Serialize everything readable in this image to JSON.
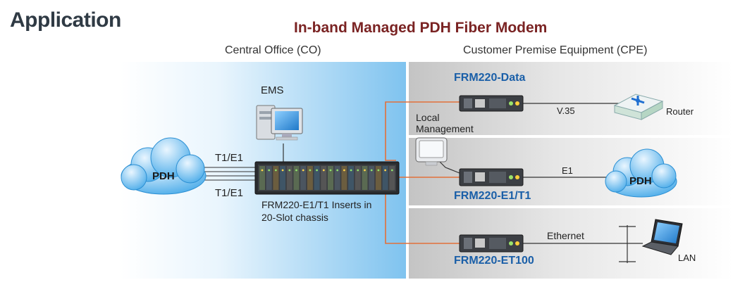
{
  "header": {
    "section_title": "Application"
  },
  "diagram": {
    "title": "In-band Managed PDH Fiber Modem",
    "zones": {
      "central_office": "Central Office (CO)",
      "customer_premise": "Customer Premise Equipment (CPE)"
    },
    "central_office": {
      "cloud_label": "PDH",
      "ems_label": "EMS",
      "link_labels": [
        "T1/E1",
        "T1/E1"
      ],
      "chassis_caption": [
        "FRM220-E1/T1 Inserts in",
        "20-Slot chassis"
      ]
    },
    "cpe": {
      "rows": [
        {
          "product": "FRM220-Data",
          "link": "V.35",
          "endpoint": "Router"
        },
        {
          "product": "FRM220-E1/T1",
          "link": "E1",
          "endpoint": "PDH"
        },
        {
          "product": "FRM220-ET100",
          "link": "Ethernet",
          "endpoint": "LAN"
        }
      ],
      "local_management": [
        "Local",
        "Management"
      ]
    },
    "colors": {
      "fiber": "#e2703a",
      "product_text": "#1a5fa8",
      "title": "#7a2323",
      "co_blue": "#7fc3ef"
    },
    "icons": [
      "cloud-icon",
      "pc-icon",
      "chassis-icon",
      "modem-icon",
      "router-icon",
      "crt-monitor-icon",
      "laptop-icon"
    ]
  }
}
